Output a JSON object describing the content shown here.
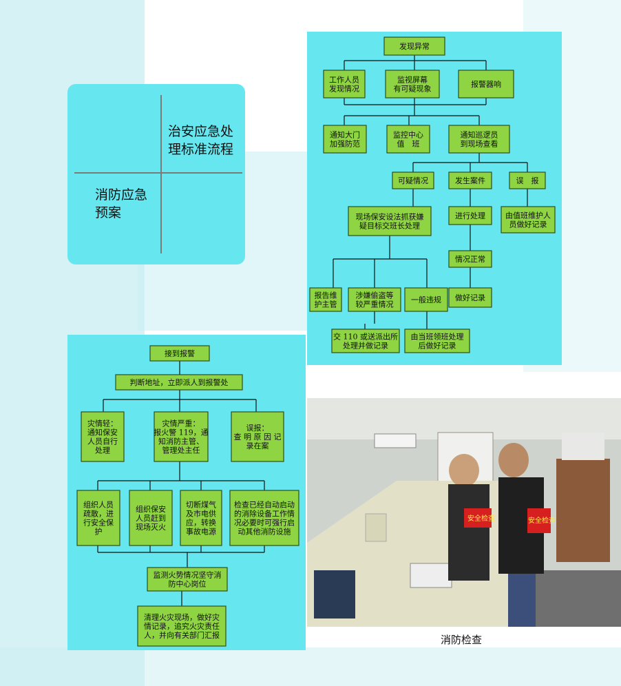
{
  "title_card": {
    "security_title": "治安应急处理标准流程",
    "fire_title": "消防应急预案"
  },
  "security_flow": {
    "nodes": [
      {
        "id": "s1",
        "lines": [
          "发现异常"
        ]
      },
      {
        "id": "s2",
        "lines": [
          "工作人员",
          "发现情况"
        ]
      },
      {
        "id": "s3",
        "lines": [
          "监视屏幕",
          "有可疑现象"
        ]
      },
      {
        "id": "s4",
        "lines": [
          "报警器响"
        ]
      },
      {
        "id": "s5",
        "lines": [
          "通知大门",
          "加强防范"
        ]
      },
      {
        "id": "s6",
        "lines": [
          "监控中心",
          "值　班"
        ]
      },
      {
        "id": "s7",
        "lines": [
          "通知巡逻员",
          "到现场查看"
        ]
      },
      {
        "id": "s8",
        "lines": [
          "可疑情况"
        ]
      },
      {
        "id": "s9",
        "lines": [
          "发生案件"
        ]
      },
      {
        "id": "s10",
        "lines": [
          "误　报"
        ]
      },
      {
        "id": "s11",
        "lines": [
          "现场保安设法抓获嫌",
          "疑目标交班长处理"
        ]
      },
      {
        "id": "s12",
        "lines": [
          "进行处理"
        ]
      },
      {
        "id": "s13",
        "lines": [
          "由值班维护人",
          "员做好记录"
        ]
      },
      {
        "id": "s14",
        "lines": [
          "情况正常"
        ]
      },
      {
        "id": "s15",
        "lines": [
          "报告维",
          "护主管"
        ]
      },
      {
        "id": "s16",
        "lines": [
          "涉嫌偷盗等",
          "较严重情况"
        ]
      },
      {
        "id": "s17",
        "lines": [
          "一般违规"
        ]
      },
      {
        "id": "s18",
        "lines": [
          "做好记录"
        ]
      },
      {
        "id": "s19",
        "lines": [
          "交 110 或送派出所",
          "处理并做记录"
        ]
      },
      {
        "id": "s20",
        "lines": [
          "由当班领班处理",
          "后做好记录"
        ]
      }
    ]
  },
  "fire_flow": {
    "nodes": [
      {
        "id": "f1",
        "lines": [
          "接到报警"
        ]
      },
      {
        "id": "f2",
        "lines": [
          "判断地址，立即派人到报警处"
        ]
      },
      {
        "id": "f3",
        "lines": [
          "灾情轻：",
          "通知保安",
          "人员自行",
          "处理"
        ]
      },
      {
        "id": "f4",
        "lines": [
          "灾情严重：",
          "报火警 119，通",
          "知消防主管、",
          "管理处主任"
        ]
      },
      {
        "id": "f5",
        "lines": [
          "误报：",
          "查 明 原 因 记",
          "录在案"
        ]
      },
      {
        "id": "f6",
        "lines": [
          "组织人员",
          "疏散，进",
          "行安全保",
          "护"
        ]
      },
      {
        "id": "f7",
        "lines": [
          "组织保安",
          "人员赶到",
          "现场灭火"
        ]
      },
      {
        "id": "f8",
        "lines": [
          "切断煤气",
          "及市电供",
          "应，转换",
          "事故电源"
        ]
      },
      {
        "id": "f9",
        "lines": [
          "检查已经自动启动",
          "的消除设备工作情",
          "况必要时可强行启",
          "动其他消防设施"
        ]
      },
      {
        "id": "f10",
        "lines": [
          "监测火势情况坚守消",
          "防中心岗位"
        ]
      },
      {
        "id": "f11",
        "lines": [
          "清理火灾现场，做好灾",
          "情记录，追究火灾责任",
          "人，并向有关部门汇报"
        ]
      }
    ]
  },
  "photo": {
    "armband_text": "安全检查"
  },
  "caption": "消防检查",
  "colors": {
    "panel": "#66e6ee",
    "node_fill": "#8ed443",
    "background_stripe": "#c9eef2"
  }
}
